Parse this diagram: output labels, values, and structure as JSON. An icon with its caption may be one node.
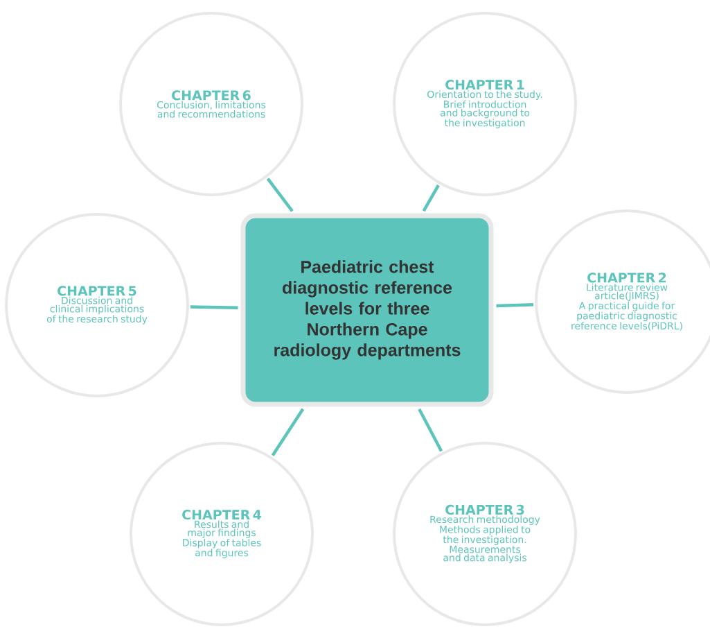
{
  "diagram": {
    "nodes": [
      {
        "text": [
          "Paediatric chest diagnostic reference levels for three Northern Cape radiology departments"
        ]
      },
      {
        "text": [
          "CHAPTER 1",
          "Orientation to the study. Brief introduction and background to the investigation"
        ]
      },
      {
        "text": [
          "CHAPTER 2",
          "Literature review article(JIMRS)",
          "A practical guide for paediatric diagnostic reference levels(PiDRL)"
        ]
      },
      {
        "text": [
          "CHAPTER 3",
          "Research methodology",
          "Methods applied to the investigation. Measurements and data analysis"
        ]
      },
      {
        "text": [
          "CHAPTER 4",
          "Results and major findings",
          "Display of tables and figures"
        ]
      },
      {
        "text": [
          "CHAPTER 5",
          "Discussion and clinical implications of the research study"
        ]
      },
      {
        "text": [
          "CHAPTER 6",
          "Conclusion, limitations and recommendations"
        ]
      }
    ],
    "edges": [
      {
        "from": 0,
        "to": 1,
        "arrow": "none"
      },
      {
        "from": 0,
        "to": 2,
        "arrow": "none"
      },
      {
        "from": 0,
        "to": 3,
        "arrow": "none"
      },
      {
        "from": 0,
        "to": 4,
        "arrow": "none"
      },
      {
        "from": 0,
        "to": 5,
        "arrow": "none"
      },
      {
        "from": 0,
        "to": 6,
        "arrow": "none"
      }
    ]
  }
}
